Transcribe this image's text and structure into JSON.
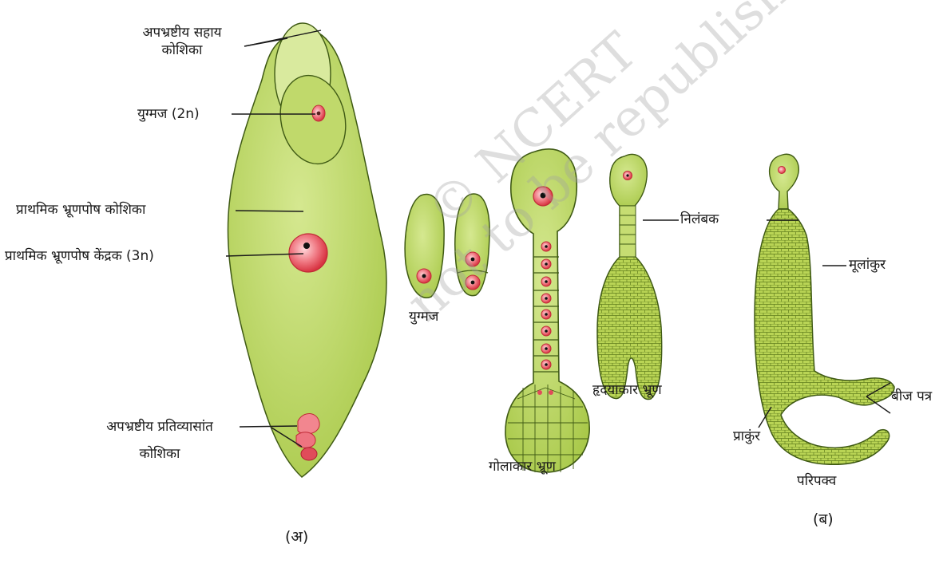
{
  "panel_a": {
    "caption": "(अ)",
    "labels": {
      "antipodal_synergid": [
        "अपभ्रष्टीय सहाय",
        "कोशिका"
      ],
      "zygote_2n": "युग्मज (2n)",
      "primary_endosperm_cell": "प्राथमिक भ्रूणपोष कोशिका",
      "primary_endosperm_nucleus": "प्राथमिक भ्रूणपोष केंद्रक (3n)",
      "antipodal_cells": [
        "अपभ्रष्टीय प्रतिव्यासांत",
        "कोशिका"
      ]
    }
  },
  "panel_b": {
    "caption": "(ब)",
    "labels": {
      "zygote": "युग्मज",
      "globular_embryo": "गोलाकार भ्रूण",
      "heart_embryo": "हृदयाकार भ्रूण",
      "suspensor": "निलंबक",
      "radicle": "मूलांकुर",
      "cotyledons": "बीज पत्र",
      "plumule": "प्राकुंर",
      "mature": "परिपक्व"
    }
  },
  "watermark": [
    "© NCERT",
    "not to be republished"
  ],
  "colors": {
    "cell_fill": "#b6d35a",
    "cell_light": "#d2e58c",
    "cell_stroke": "#3f5a14",
    "nucleus": "#e53d4a",
    "nucleus_light": "#f6a2a8",
    "antipodal": "#f08089",
    "line": "#1a1a1a"
  }
}
